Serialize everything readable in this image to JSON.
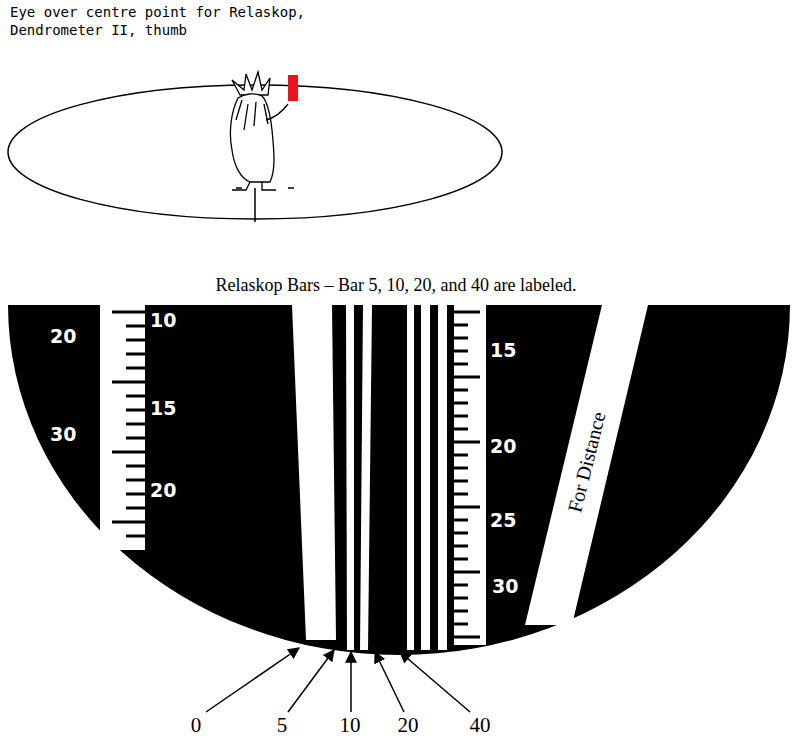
{
  "diagram": {
    "labels": [
      "Eye over centre point for Relaskop, Dendrometer II, thumb",
      "Relaskop Bars – Bar 5, 10, 20, and 40 are labeled.",
      "20",
      "30",
      "10",
      "15",
      "20",
      "15",
      "20",
      "25",
      "30",
      "For Distance",
      "0",
      "5",
      "10",
      "20",
      "40"
    ]
  }
}
